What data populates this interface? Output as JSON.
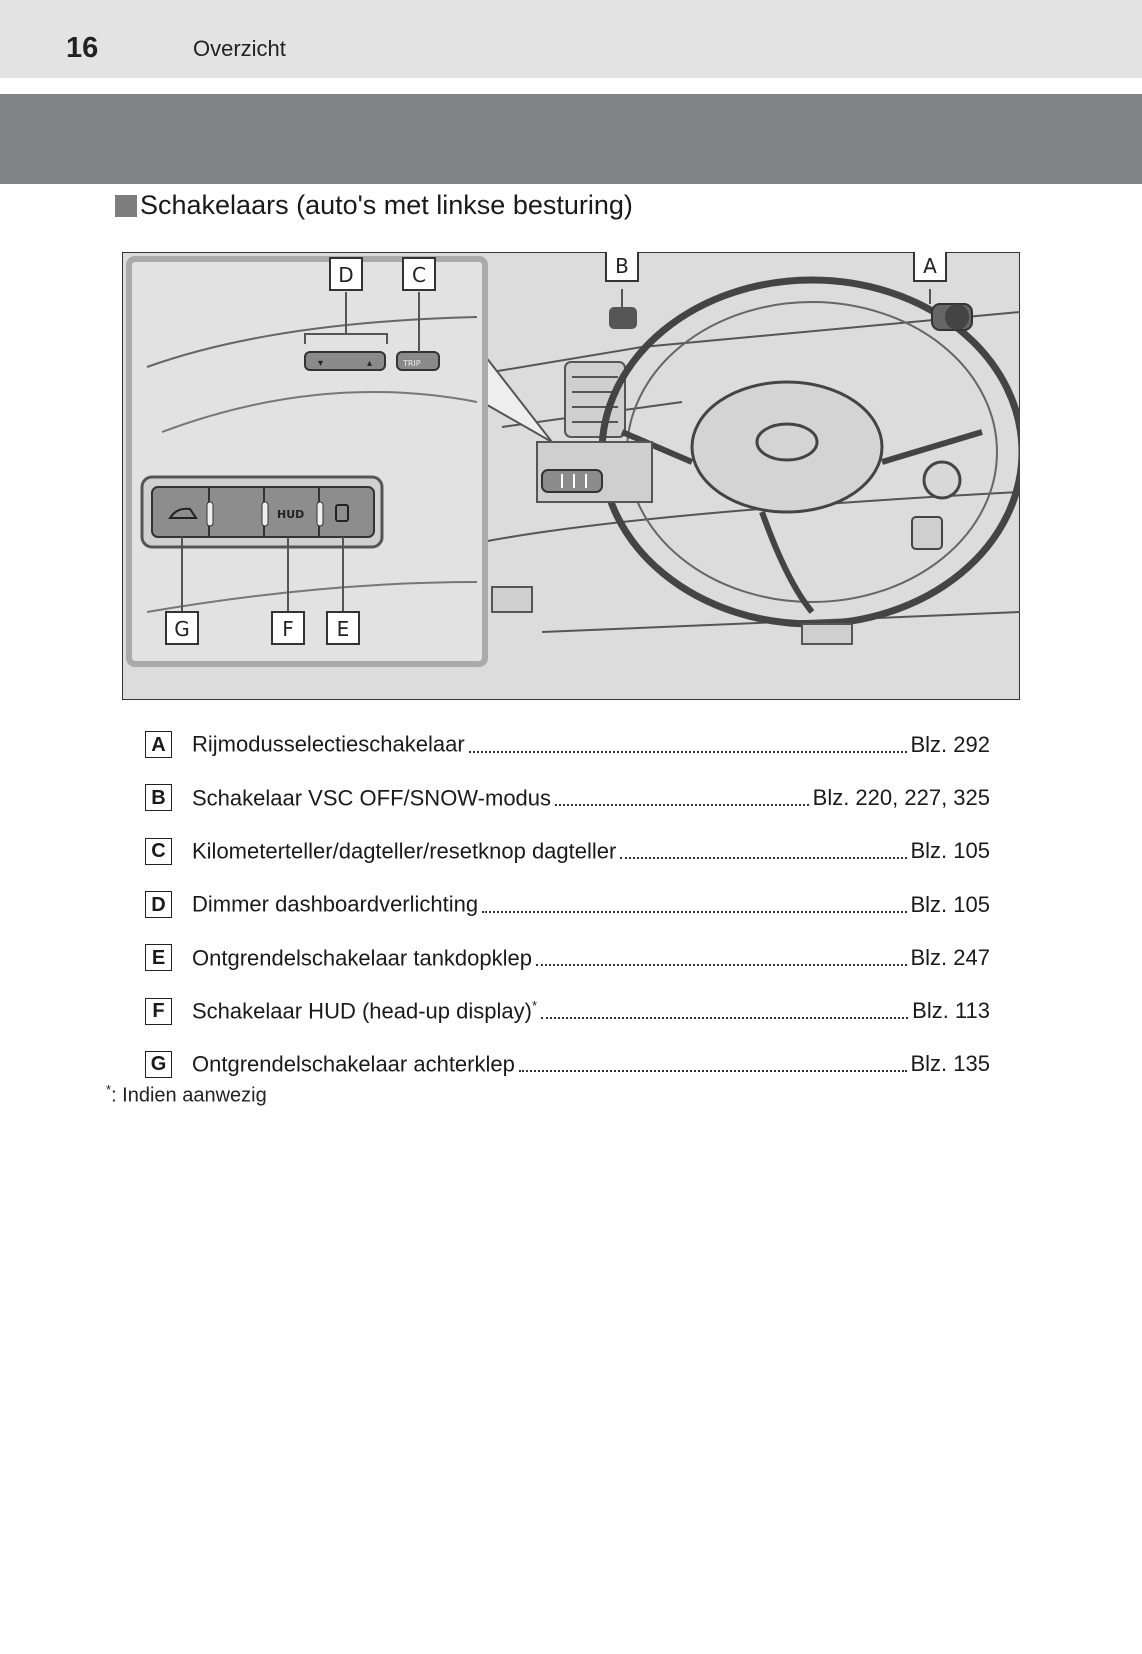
{
  "header": {
    "page_number": "16",
    "chapter_title": "Overzicht"
  },
  "section": {
    "title": "Schakelaars (auto's met linkse besturing)"
  },
  "illustration": {
    "labels": [
      "A",
      "B",
      "C",
      "D",
      "E",
      "F",
      "G"
    ],
    "hud_button_text": "HUD",
    "trip_button_text": "TRIP"
  },
  "callouts": [
    {
      "letter": "A",
      "label": "Rijmodusselectieschakelaar",
      "footnote_mark": "",
      "ref": "Blz. 292"
    },
    {
      "letter": "B",
      "label": "Schakelaar VSC OFF/SNOW-modus",
      "footnote_mark": "",
      "ref": "Blz. 220, 227, 325"
    },
    {
      "letter": "C",
      "label": "Kilometerteller/dagteller/resetknop dagteller",
      "footnote_mark": "",
      "ref": "Blz. 105"
    },
    {
      "letter": "D",
      "label": "Dimmer dashboardverlichting",
      "footnote_mark": "",
      "ref": "Blz. 105"
    },
    {
      "letter": "E",
      "label": "Ontgrendelschakelaar tankdopklep",
      "footnote_mark": "",
      "ref": "Blz. 247"
    },
    {
      "letter": "F",
      "label": "Schakelaar HUD (head-up display)",
      "footnote_mark": "*",
      "ref": "Blz. 113"
    },
    {
      "letter": "G",
      "label": "Ontgrendelschakelaar achterklep",
      "footnote_mark": "",
      "ref": "Blz. 135"
    }
  ],
  "footnote": {
    "mark": "*",
    "text": ":  Indien aanwezig"
  }
}
